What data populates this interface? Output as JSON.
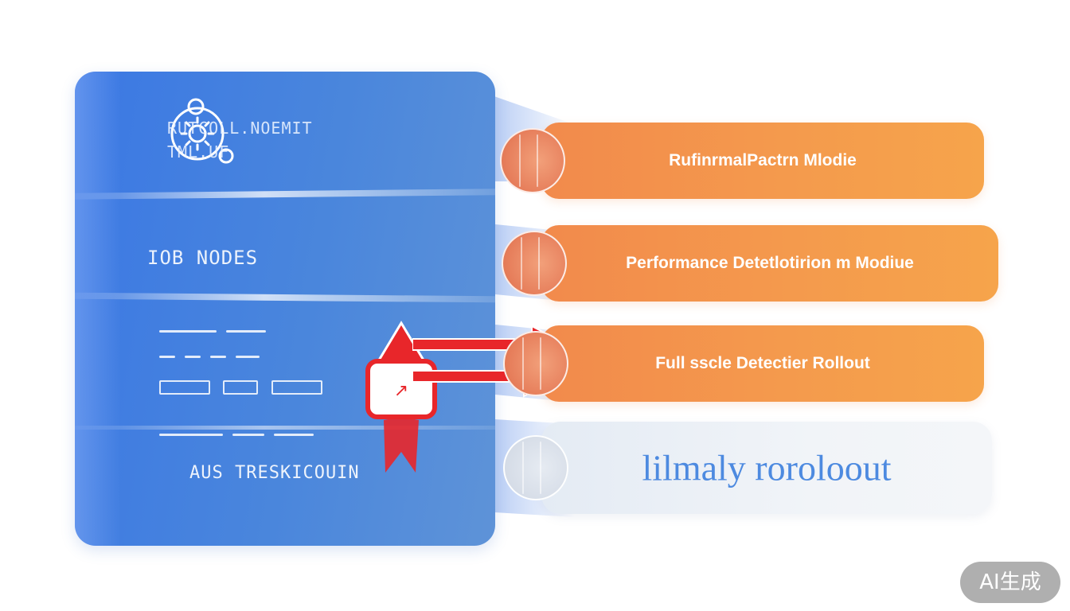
{
  "stack": {
    "top_label_line1": "RUTCOLL.NOEMIT",
    "top_label_line2": "TML.UF",
    "middle_label": "IOB  NODES",
    "bottom_label": "AUS TRESKICOUIN"
  },
  "modules": [
    {
      "label": "RufinrmalPactrn Mlodie"
    },
    {
      "label": "Performance Detetlotirion m Modiue"
    },
    {
      "label": "Full sscle Detectier Rollout"
    },
    {
      "label": "lilmaly roroloout"
    }
  ],
  "watermark": "AI生成",
  "colors": {
    "stack_blue": "#3b78e4",
    "module_orange": "#f49a4d",
    "final_pill_gray": "#eef2f7",
    "final_pill_text": "#4d8ae0",
    "rocket_red": "#e8262a"
  }
}
